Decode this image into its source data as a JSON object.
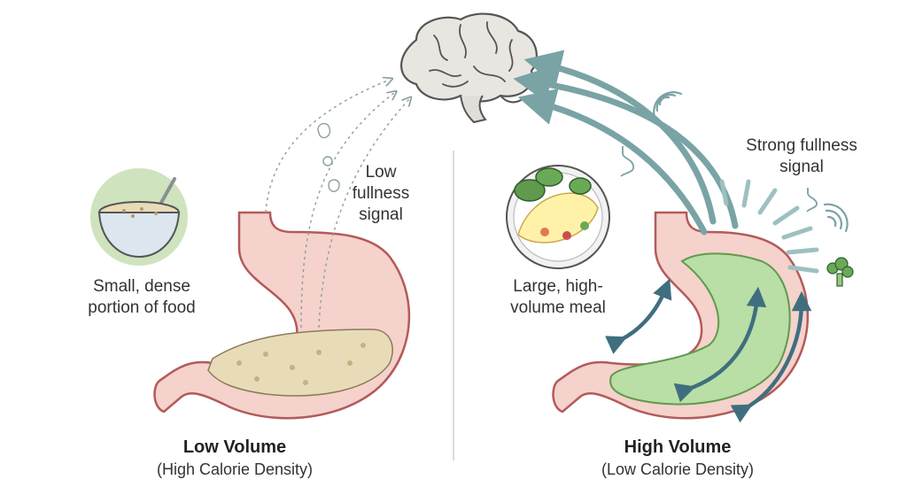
{
  "left_panel": {
    "food_label_line1": "Small, dense",
    "food_label_line2": "portion of food",
    "signal_line1": "Low",
    "signal_line2": "fullness",
    "signal_line3": "signal",
    "title": "Low Volume",
    "subtitle": "(High Calorie Density)"
  },
  "right_panel": {
    "food_label_line1": "Large, high-",
    "food_label_line2": "volume meal",
    "signal_line1": "Strong fullness",
    "signal_line2": "signal",
    "title": "High Volume",
    "subtitle": "(Low Calorie Density)"
  },
  "colors": {
    "stomach_outline": "#b45a5a",
    "stomach_wall": "#f2c6c0",
    "stomach_fill_green": "#b9dea6",
    "oatmeal": "#e8dcb8",
    "arrow_teal": "#6f9a9c",
    "arrow_dark": "#3f6f7f",
    "brain": "#e9e6e2",
    "brain_outline": "#5a5a5a",
    "bowl_circle": "#cfe3bf"
  }
}
